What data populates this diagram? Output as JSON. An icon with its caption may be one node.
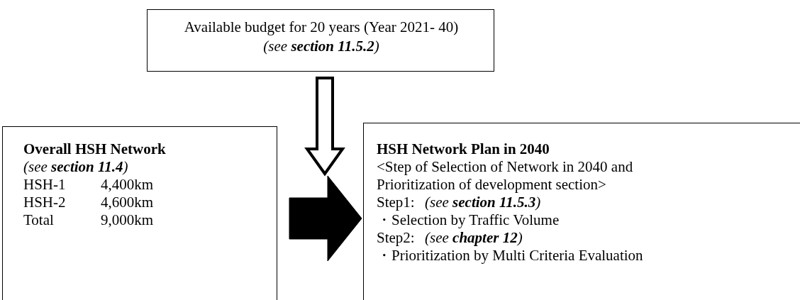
{
  "diagram": {
    "nodes": [
      {
        "text": [
          "Available budget for 20 years (Year 2021- 40)",
          "(see **section 11.5.2**)"
        ]
      },
      {
        "text": [
          "Overall HSH Network",
          "(see **section 11.4**)",
          "HSH-1",
          "4,400km",
          "HSH-2",
          "4,600km",
          "Total",
          "9,000km"
        ]
      },
      {
        "text": [
          "HSH Network Plan in 2040",
          "<Step of Selection of Network in 2040 and Prioritization of development section>",
          "Step1:",
          "(see **section 11.5.3**)",
          "・Selection by Traffic Volume",
          "Step2:",
          "(see **chapter 12**)",
          "・Prioritization by Multi Criteria Evaluation"
        ]
      }
    ],
    "edges": [
      {
        "from": 0,
        "to": null,
        "arrow": "to"
      },
      {
        "from": 1,
        "to": 2,
        "arrow": "to",
        "style": "thick"
      }
    ]
  }
}
